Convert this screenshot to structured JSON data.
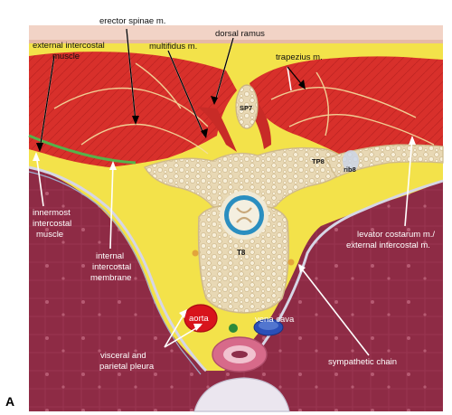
{
  "panel_letter": "A",
  "labels": {
    "erector_spinae": "erector spinae m.",
    "dorsal_ramus": "dorsal ramus",
    "external_intercostal_1": "external intercostal",
    "external_intercostal_2": "muscle",
    "multifidus": "multifidus m.",
    "trapezius": "trapezius m.",
    "sp7": "SP7",
    "tp8": "TP8",
    "rib8": "rib8",
    "t8": "T8",
    "innermost_1": "innermost",
    "innermost_2": "intercostal",
    "innermost_3": "muscle",
    "internal_1": "internal",
    "internal_2": "intercostal",
    "internal_3": "membrane",
    "levator_1": "levator costarum m./",
    "levator_2": "external intercostal m.",
    "aorta": "aorta",
    "vena_cava": "vena cava",
    "pleura_1": "visceral  and",
    "pleura_2": "parietal pleura",
    "sympathetic": "sympathetic chain"
  },
  "colors": {
    "skin": "#f2d3c6",
    "fat": "#f3e24a",
    "muscle": "#d9312c",
    "lung": "#8c2a44",
    "bone_fill": "#efe2c4",
    "bone_cortex": "#d8c69c",
    "cord_ring": "#1f8fbf",
    "aorta": "#d8141c",
    "vena_cava": "#2a4fb8",
    "esophagus": "#d76a8a"
  }
}
